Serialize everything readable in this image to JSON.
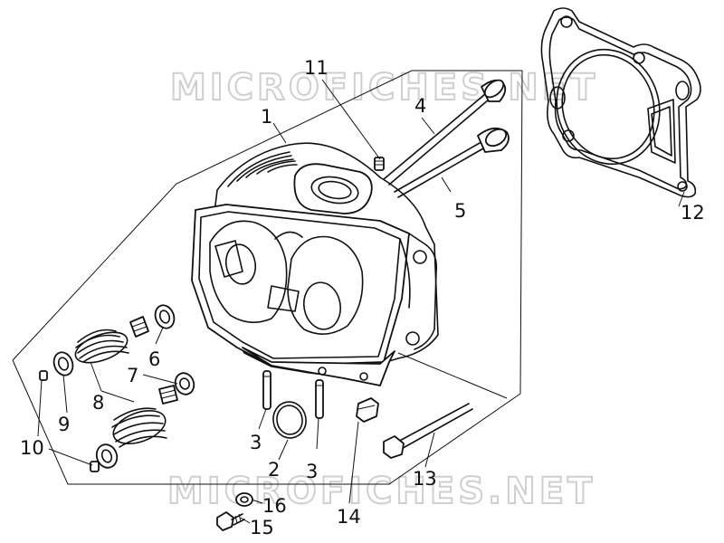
{
  "watermark": "MICROFICHES.NET",
  "callouts": {
    "c1": "1",
    "c2": "2",
    "c3a": "3",
    "c3b": "3",
    "c4": "4",
    "c5": "5",
    "c6": "6",
    "c7": "7",
    "c8": "8",
    "c9": "9",
    "c10": "10",
    "c11": "11",
    "c12": "12",
    "c13": "13",
    "c14": "14",
    "c15": "15",
    "c16": "16"
  }
}
